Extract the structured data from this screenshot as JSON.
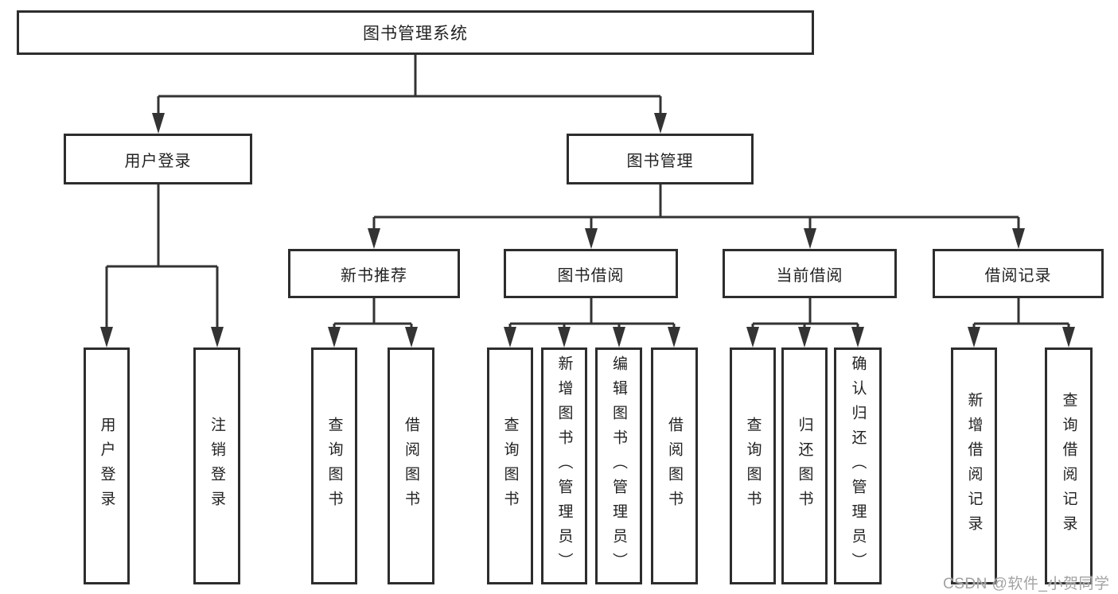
{
  "diagram_title": "图书管理系统",
  "tree": {
    "label": "图书管理系统",
    "children": [
      {
        "label": "用户登录",
        "children": [
          {
            "label": "用户登录"
          },
          {
            "label": "注销登录"
          }
        ]
      },
      {
        "label": "图书管理",
        "children": [
          {
            "label": "新书推荐",
            "children": [
              {
                "label": "查询图书"
              },
              {
                "label": "借阅图书"
              }
            ]
          },
          {
            "label": "图书借阅",
            "children": [
              {
                "label": "查询图书"
              },
              {
                "label": "新增图书（管理员）"
              },
              {
                "label": "编辑图书（管理员）"
              },
              {
                "label": "借阅图书"
              }
            ]
          },
          {
            "label": "当前借阅",
            "children": [
              {
                "label": "查询图书"
              },
              {
                "label": "归还图书"
              },
              {
                "label": "确认归还（管理员）"
              }
            ]
          },
          {
            "label": "借阅记录",
            "children": [
              {
                "label": "新增借阅记录"
              },
              {
                "label": "查询借阅记录"
              }
            ]
          }
        ]
      }
    ]
  },
  "watermark": {
    "text": "CSDN @软件_小贺同学"
  },
  "colors": {
    "line": "#333333",
    "box_border": "#2d2d2d",
    "box_text": "#222222",
    "background": "#ffffff",
    "watermark": "#a3a3a3"
  }
}
